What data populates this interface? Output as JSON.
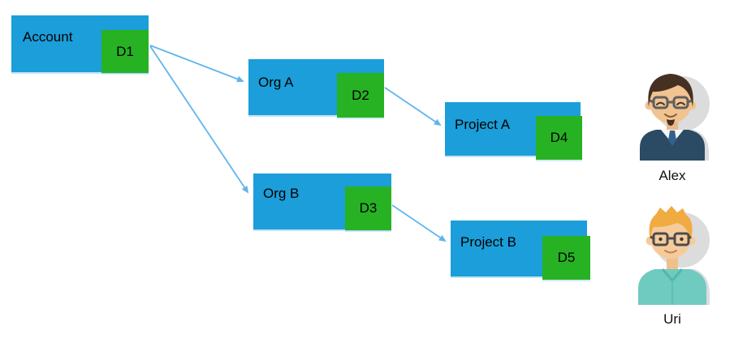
{
  "diagram": {
    "nodes": [
      {
        "label": "Account",
        "badge": "D1"
      },
      {
        "label": "Org A",
        "badge": "D2"
      },
      {
        "label": "Project A",
        "badge": "D4"
      },
      {
        "label": "Org B",
        "badge": "D3"
      },
      {
        "label": "Project B",
        "badge": "D5"
      }
    ],
    "edges": [
      {
        "from": "D1",
        "to": "Org A"
      },
      {
        "from": "D1",
        "to": "Org B"
      },
      {
        "from": "D2",
        "to": "Project A"
      },
      {
        "from": "D3",
        "to": "Project B"
      }
    ],
    "colors": {
      "node_fill": "#1b9ed9",
      "badge_fill": "#27b224",
      "arrow": "#5fb6ec",
      "text": "#000000"
    }
  },
  "users": [
    {
      "name": "Alex",
      "avatar_icon": "man-dark-hair-glasses-navy-sweater"
    },
    {
      "name": "Uri",
      "avatar_icon": "man-blonde-hair-glasses-teal-shirt"
    }
  ]
}
